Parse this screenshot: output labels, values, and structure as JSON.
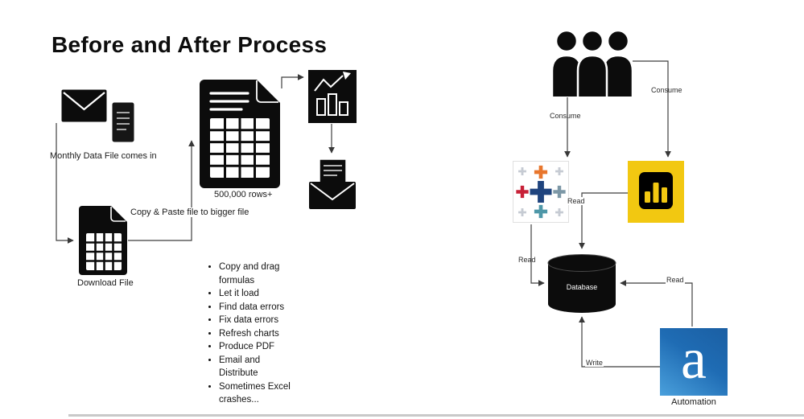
{
  "title": "Before and After Process",
  "before": {
    "monthly_file_label": "Monthly Data File comes in",
    "copy_paste_label": "Copy & Paste file to bigger file",
    "rows_label": "500,000 rows+",
    "download_file_label": "Download File",
    "tasks": [
      "Copy and drag formulas",
      "Let it load",
      "Find data errors",
      "Fix data errors",
      "Refresh charts",
      "Produce PDF",
      "Email and Distribute",
      "Sometimes Excel crashes..."
    ]
  },
  "after": {
    "labels": {
      "consume_tableau": "Consume",
      "consume_powerbi": "Consume",
      "read_tableau": "Read",
      "read_powerbi": "Read",
      "read_automation": "Read",
      "write_automation": "Write"
    },
    "database_label": "Database",
    "automation_label": "Automation",
    "automation_letter": "a"
  },
  "icons": {
    "before": [
      "envelope-icon",
      "document-icon",
      "download-file-icon",
      "spreadsheet-file-icon",
      "chart-icon",
      "mail-letter-icon"
    ],
    "after": [
      "people-icon",
      "tableau-logo",
      "powerbi-logo",
      "database-icon",
      "automation-logo"
    ]
  },
  "colors": {
    "powerbi_yellow": "#F2C811",
    "automation_blue": "#1F6CB4",
    "tableau_center_blue": "#1F447E",
    "tableau_orange": "#E8762D",
    "tableau_red": "#C72037",
    "tableau_teal": "#4E97A8",
    "tableau_slate": "#7C97A6",
    "tableau_gray": "#C6CBD3",
    "ink": "#0c0c0c"
  }
}
